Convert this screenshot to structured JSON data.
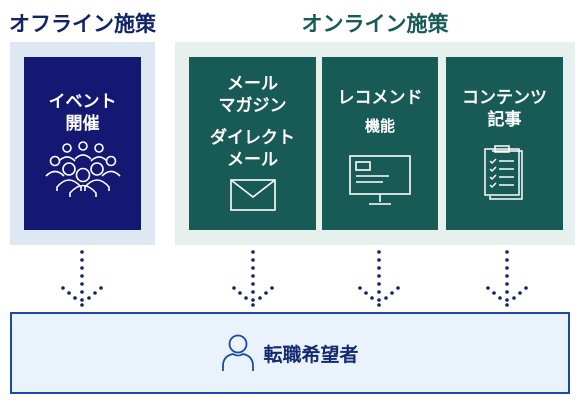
{
  "offline": {
    "title": "オフライン施策",
    "card": {
      "lines": [
        "イベント",
        "開催"
      ],
      "icon": "audience-icon"
    }
  },
  "online": {
    "title": "オンライン施策",
    "cards": [
      {
        "lines": [
          "メール",
          "マガジン"
        ],
        "lines2": [
          "ダイレクト",
          "メール"
        ],
        "icon": "envelope-icon"
      },
      {
        "lines": [
          "レコメンド",
          "機能"
        ],
        "icon": "monitor-icon"
      },
      {
        "lines": [
          "コンテンツ",
          "記事"
        ],
        "icon": "document-checklist-icon"
      }
    ]
  },
  "target": {
    "label": "転職希望者",
    "icon": "person-icon"
  },
  "colors": {
    "offline_dark": "#141873",
    "online_dark": "#175a56",
    "offline_bg": "#dde8f3",
    "online_bg": "#e6f1ed",
    "target_border": "#1a4ba3",
    "target_bg": "#eaf3fb"
  }
}
